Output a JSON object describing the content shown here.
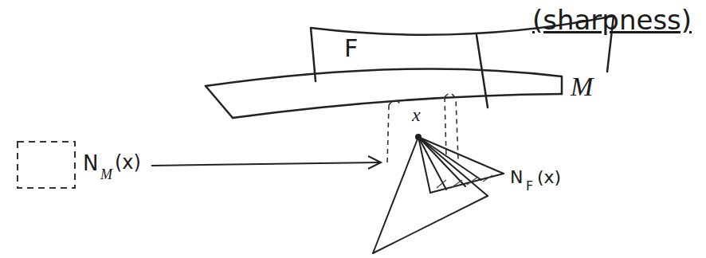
{
  "diagram": {
    "labels": [
      "F",
      "(sharpness)",
      "M",
      "x",
      "N",
      "M",
      "(x)",
      "N",
      "F",
      "(x)"
    ]
  }
}
